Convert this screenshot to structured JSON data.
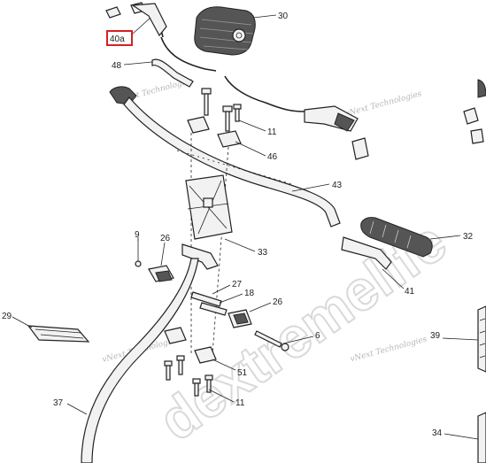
{
  "highlighted_part": "40a",
  "callouts": [
    "40a",
    "30",
    "48",
    "11",
    "46",
    "43",
    "9",
    "26",
    "33",
    "32",
    "27",
    "18",
    "26",
    "41",
    "29",
    "6",
    "39",
    "51",
    "11",
    "37",
    "34"
  ],
  "watermark": {
    "vendor_text": "vNext Technologies",
    "site_text": "dextremelife"
  }
}
